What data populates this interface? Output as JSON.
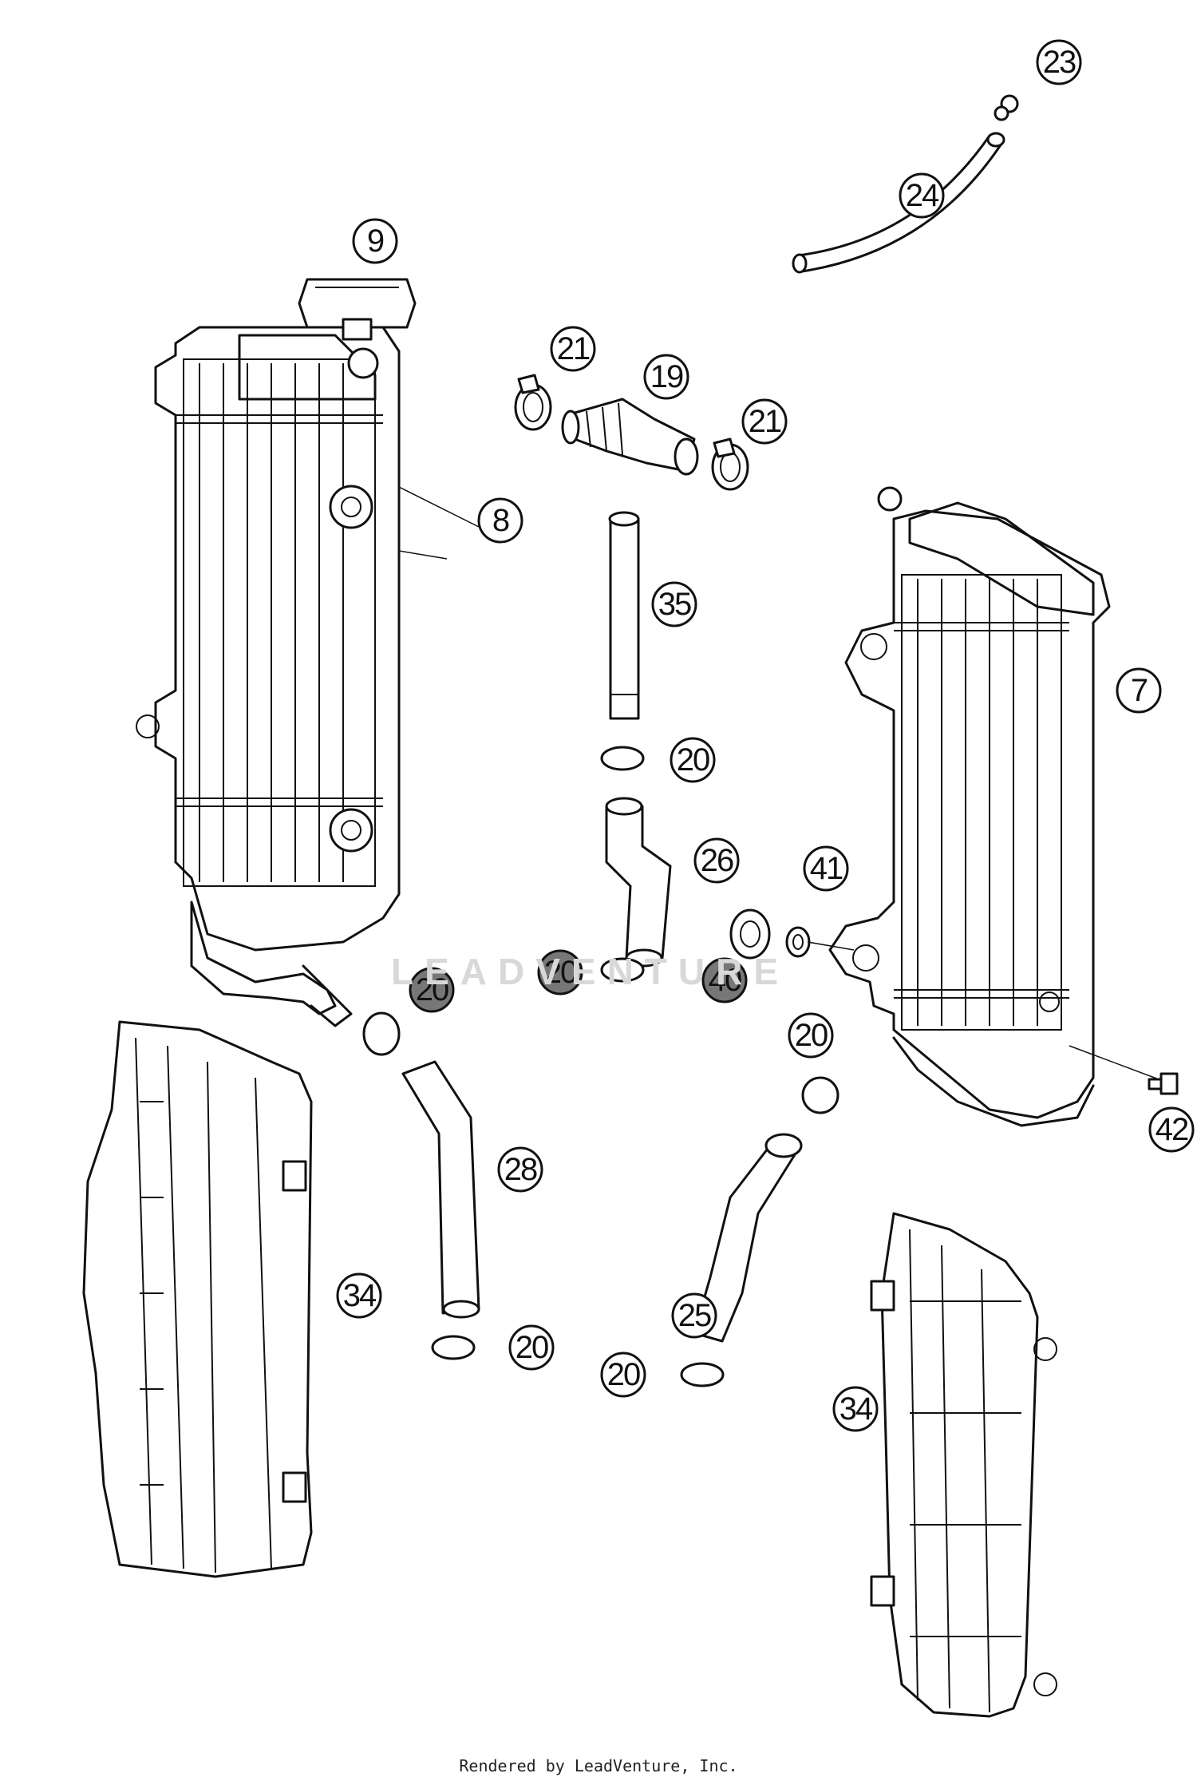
{
  "callouts": [
    {
      "label": "23"
    },
    {
      "label": "24"
    },
    {
      "label": "9"
    },
    {
      "label": "21"
    },
    {
      "label": "19"
    },
    {
      "label": "21"
    },
    {
      "label": "8"
    },
    {
      "label": "35"
    },
    {
      "label": "7"
    },
    {
      "label": "20"
    },
    {
      "label": "26"
    },
    {
      "label": "41"
    },
    {
      "label": "20"
    },
    {
      "label": "40"
    },
    {
      "label": "20"
    },
    {
      "label": "20"
    },
    {
      "label": "42"
    },
    {
      "label": "28"
    },
    {
      "label": "34"
    },
    {
      "label": "25"
    },
    {
      "label": "20"
    },
    {
      "label": "20"
    },
    {
      "label": "34"
    }
  ],
  "watermark": "LEADVENTURE",
  "credit": "Rendered by LeadVenture, Inc."
}
